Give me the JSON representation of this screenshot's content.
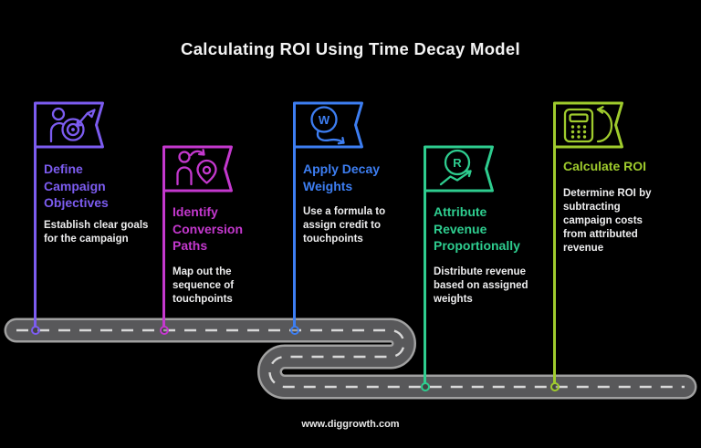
{
  "title": "Calculating ROI Using Time Decay Model",
  "footer": {
    "url": "www.diggrowth.com"
  },
  "colors": {
    "background": "#000000",
    "title_text": "#f3f3f3",
    "body_text": "#ededee",
    "road_casing": "#a0a0a0",
    "road_asphalt": "#58585a",
    "road_dash": "#d8d8d8"
  },
  "steps": [
    {
      "title": "Define\nCampaign\nObjectives",
      "description": "Establish clear goals\nfor the campaign",
      "accent": "#7c5cf0",
      "icon": "person-target-icon"
    },
    {
      "title": "Identify\nConversion\nPaths",
      "description": "Map out the\nsequence of\ntouchpoints",
      "accent": "#c438ce",
      "icon": "person-location-pin-icon"
    },
    {
      "title": "Apply Decay\nWeights",
      "description": "Use a formula to\nassign credit to\ntouchpoints",
      "accent": "#3d7ef2",
      "icon": "weight-decay-arrow-icon",
      "icon_letter": "W"
    },
    {
      "title": "Attribute\nRevenue\nProportionally",
      "description": "Distribute revenue\nbased on assigned\nweights",
      "accent": "#2ecd8f",
      "icon": "revenue-growth-icon",
      "icon_letter": "R"
    },
    {
      "title": "Calculate ROI",
      "description": "Determine ROI by\nsubtracting\ncampaign costs\nfrom attributed\nrevenue",
      "accent": "#9fcb2d",
      "icon": "calculator-refresh-icon"
    }
  ]
}
